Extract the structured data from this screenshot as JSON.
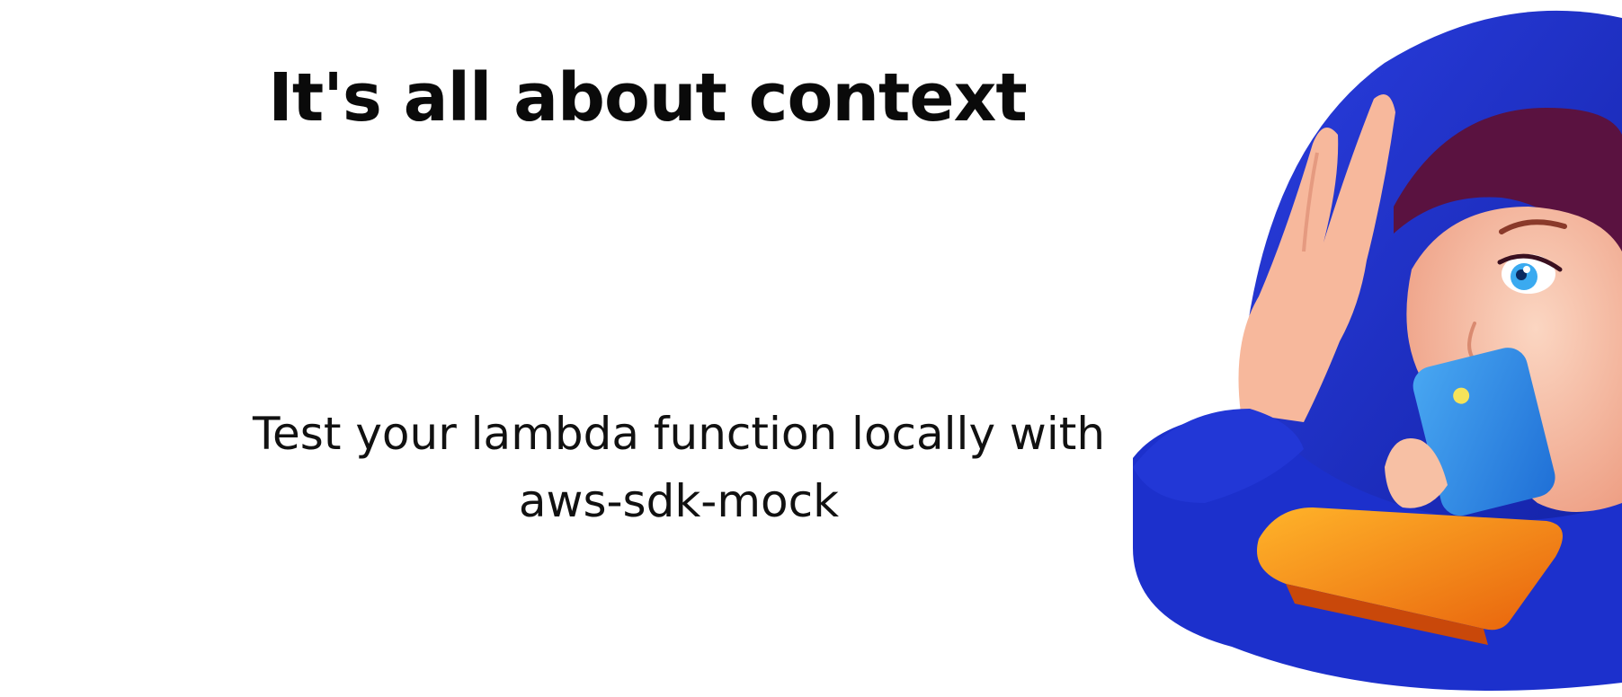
{
  "title": "It's all about context",
  "subtitle_line1": "Test your lambda function locally with",
  "subtitle_line2": "aws-sdk-mock",
  "colors": {
    "background": "#ffffff",
    "hood_blue": "#1e2fd0",
    "phone_blue": "#2f8ee8",
    "tray_orange": "#f28c14",
    "skin": "#f6c2a8",
    "hair": "#5a1240"
  },
  "illustration": "woman-with-phone-illustration"
}
